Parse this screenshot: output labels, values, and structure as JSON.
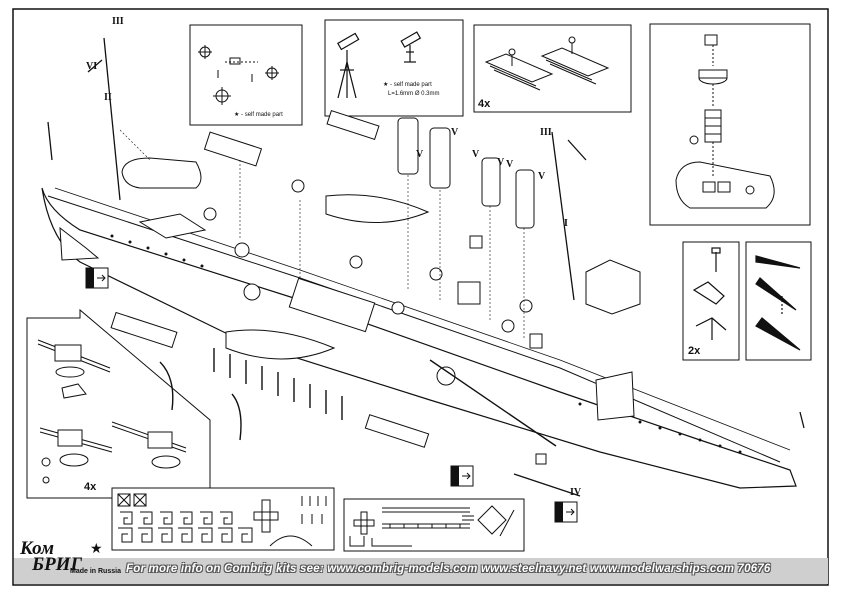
{
  "labels": {
    "part_iii_top": "III",
    "part_vi": "VI",
    "part_ii": "II",
    "part_iii_mid": "III",
    "part_i": "I",
    "part_iv": "IV",
    "v_a": "V",
    "v_b": "V",
    "v_c": "V",
    "v_d": "V",
    "v_e": "V",
    "v_f": "V"
  },
  "insets": {
    "star_note_1": "★ - self made part",
    "star_note_2_line1": "★ - self made part",
    "star_note_2_line2": "L=1.6mm  Ø 0.3mm"
  },
  "multipliers": {
    "rafts": "4x",
    "guns": "4x",
    "anchor": "2x"
  },
  "footer": {
    "text": "For more info on Combrig kits see: www.combrig-models.com www.steelnavy.net  www.modelwarships.com  70676"
  },
  "logo": {
    "line1": "Ком",
    "line2": "БРИГ",
    "made_in": "Made in Russia"
  },
  "colors": {
    "ink": "#111111",
    "footer_band": "#cfcfcf"
  }
}
